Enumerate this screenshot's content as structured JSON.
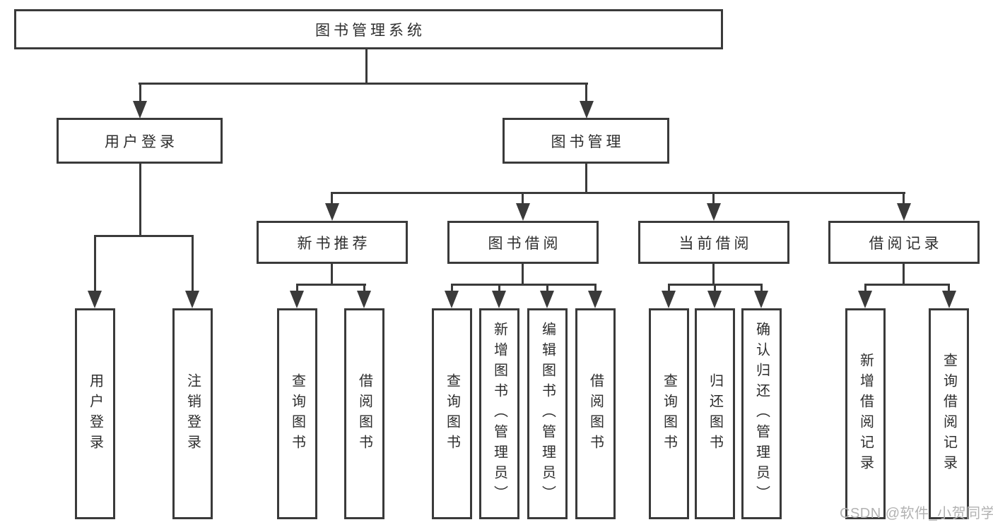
{
  "diagram": {
    "root": {
      "label": "图书管理系统",
      "children": [
        {
          "label": "用户登录",
          "children": [
            {
              "label": "用户登录"
            },
            {
              "label": "注销登录"
            }
          ]
        },
        {
          "label": "图书管理",
          "children": [
            {
              "label": "新书推荐",
              "children": [
                {
                  "label": "查询图书"
                },
                {
                  "label": "借阅图书"
                }
              ]
            },
            {
              "label": "图书借阅",
              "children": [
                {
                  "label": "查询图书"
                },
                {
                  "label": "新增图书（管理员）"
                },
                {
                  "label": "编辑图书（管理员）"
                },
                {
                  "label": "借阅图书"
                }
              ]
            },
            {
              "label": "当前借阅",
              "children": [
                {
                  "label": "查询图书"
                },
                {
                  "label": "归还图书"
                },
                {
                  "label": "确认归还（管理员）"
                }
              ]
            },
            {
              "label": "借阅记录",
              "children": [
                {
                  "label": "新增借阅记录"
                },
                {
                  "label": "查询借阅记录"
                }
              ]
            }
          ]
        }
      ]
    }
  },
  "watermark": {
    "text": "CSDN @软件_小贺同学"
  },
  "colors": {
    "line": "#3a3a3a",
    "text": "#2e2e2e",
    "background": "#ffffff",
    "watermark": "#b2b2b2"
  }
}
